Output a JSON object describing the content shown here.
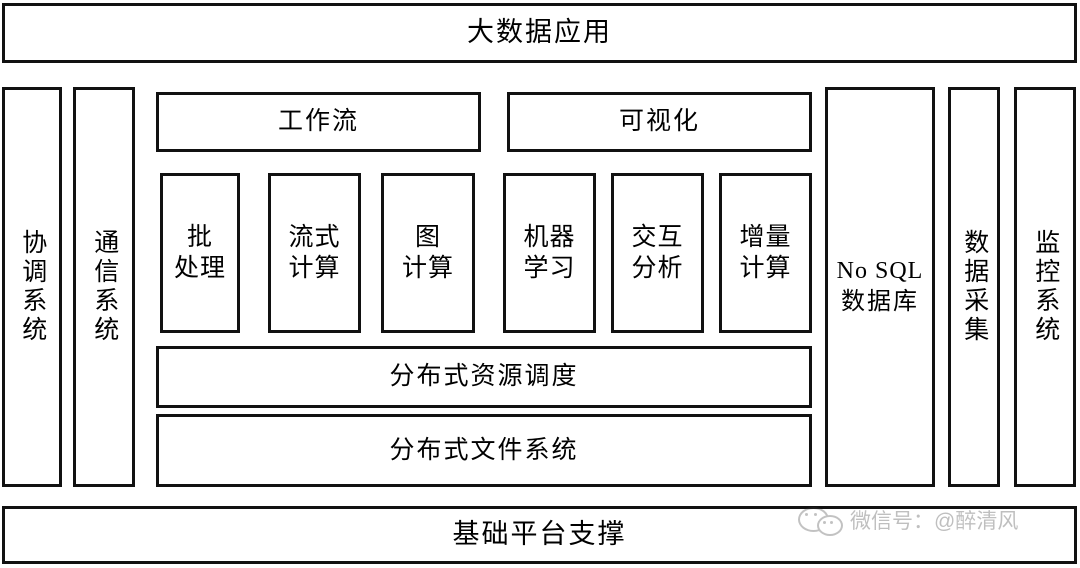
{
  "diagram": {
    "title_top": "大数据应用",
    "title_bottom": "基础平台支撑",
    "left_columns": [
      {
        "id": "coordination-system",
        "label": "协调系统"
      },
      {
        "id": "communication-system",
        "label": "通信系统"
      }
    ],
    "middle": {
      "top_bars": [
        {
          "id": "workflow",
          "label": "工作流"
        },
        {
          "id": "visualization",
          "label": "可视化"
        }
      ],
      "engines": [
        {
          "id": "batch-processing",
          "label": "批\n处理"
        },
        {
          "id": "stream-computing",
          "label": "流式\n计算"
        },
        {
          "id": "graph-computing",
          "label": "图\n计算"
        },
        {
          "id": "machine-learning",
          "label": "机器\n学习"
        },
        {
          "id": "interactive-analysis",
          "label": "交互\n分析"
        },
        {
          "id": "incremental-computing",
          "label": "增量\n计算"
        }
      ],
      "bottom_bars": [
        {
          "id": "distributed-resource-scheduling",
          "label": "分布式资源调度"
        },
        {
          "id": "distributed-file-system",
          "label": "分布式文件系统"
        }
      ]
    },
    "right_columns": [
      {
        "id": "nosql-database",
        "label_line1": "No SQL",
        "label_line2": "数据库"
      },
      {
        "id": "data-collection",
        "label": "数据采集"
      },
      {
        "id": "monitoring-system",
        "label": "监控系统"
      }
    ],
    "watermark": {
      "icon": "wechat-bubbles-icon",
      "text": "微信号：@醉清风"
    },
    "colors": {
      "stroke": "#111111",
      "fill": "#ffffff",
      "text": "#000000"
    }
  }
}
